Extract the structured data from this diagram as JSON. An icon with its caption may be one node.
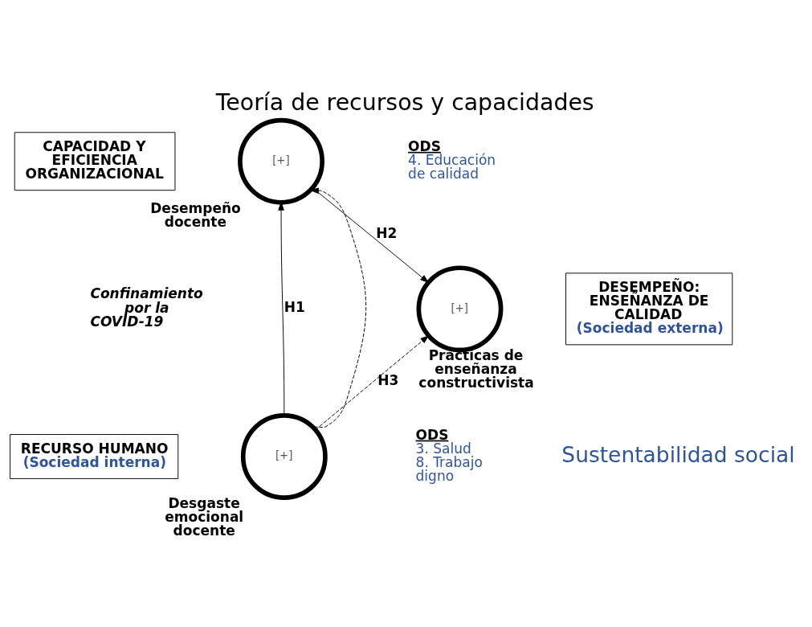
{
  "diagram": {
    "title": "Teoría de recursos y capacidades",
    "caption": "Sustentabilidad social",
    "nodes": [
      {
        "text": [
          "CAPACIDAD Y EFICIENCIA ORGANIZACIONAL"
        ]
      },
      {
        "text": [
          "[+]"
        ],
        "beside": [
          "Desempeño docente"
        ]
      },
      {
        "text": [
          "[+]"
        ],
        "beside": [
          "Prácticas de enseñanza constructivista"
        ]
      },
      {
        "text": [
          "DESEMPEÑO: ENSEÑANZA DE CALIDAD",
          "(Sociedad externa)"
        ]
      },
      {
        "text": [
          "RECURSO HUMANO",
          "(Sociedad interna)"
        ]
      },
      {
        "text": [
          "[+]"
        ],
        "beside": [
          "Desgaste emocional docente"
        ]
      }
    ],
    "edges": [
      {
        "from": 5,
        "to": 1,
        "arrow": "to",
        "label": "H1"
      },
      {
        "from": 1,
        "to": 2,
        "arrow": "to",
        "label": "H2"
      },
      {
        "from": 5,
        "to": 1,
        "arrow": "to",
        "style": "dashed"
      },
      {
        "from": 5,
        "to": 2,
        "arrow": "to",
        "style": "dashed",
        "label": "H3"
      }
    ],
    "labels": [
      "ODS",
      "3. Salud",
      "8. Trabajo digno",
      "ODS",
      "4. Educación de calidad",
      "Confinamiento por la COVID-19"
    ]
  }
}
